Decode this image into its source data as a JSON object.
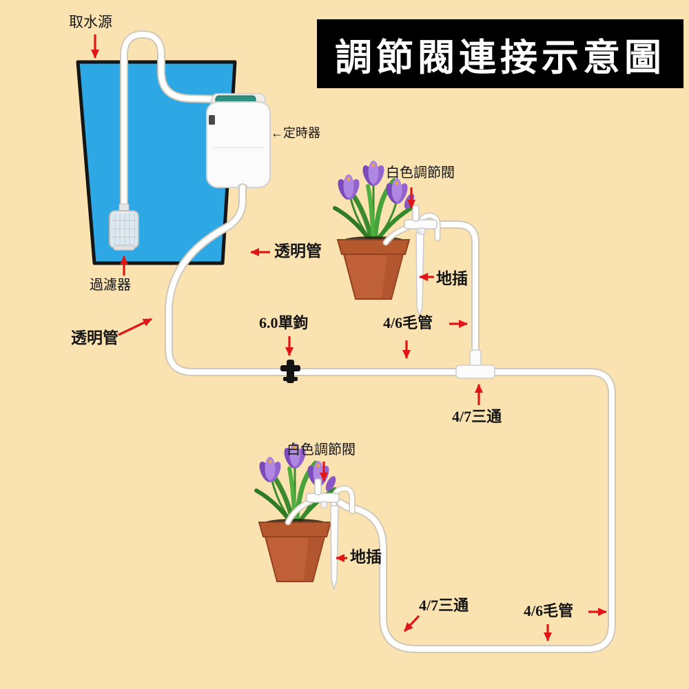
{
  "title": "調節閥連接示意圖",
  "labels": {
    "water_source": "取水源",
    "timer": "←定時器",
    "white_valve_1": "白色調節閥",
    "filter": "過濾器",
    "clear_tube_mid": "透明管",
    "ground_stake_1": "地插",
    "clear_tube_left": "透明管",
    "single_hook": "6.0單鉤",
    "capillary_top": "4/6毛管",
    "tee_1": "4/7三通",
    "white_valve_2": "白色調節閥",
    "ground_stake_2": "地插",
    "tee_2": "4/7三通",
    "capillary_bottom": "4/6毛管"
  },
  "colors": {
    "background": "#FAE3B1",
    "title_bg": "#000000",
    "title_fg": "#FFFFFF",
    "arrow_red": "#E01616",
    "bucket_blue": "#2EA7E5",
    "tube_white": "#FFFFFF",
    "tube_outline": "#CFC8B8",
    "timer_screen": "#2E9180",
    "pot_clay": "#C06038",
    "flower_purple": "#9464CE",
    "leaf_green": "#3C8A2E"
  }
}
